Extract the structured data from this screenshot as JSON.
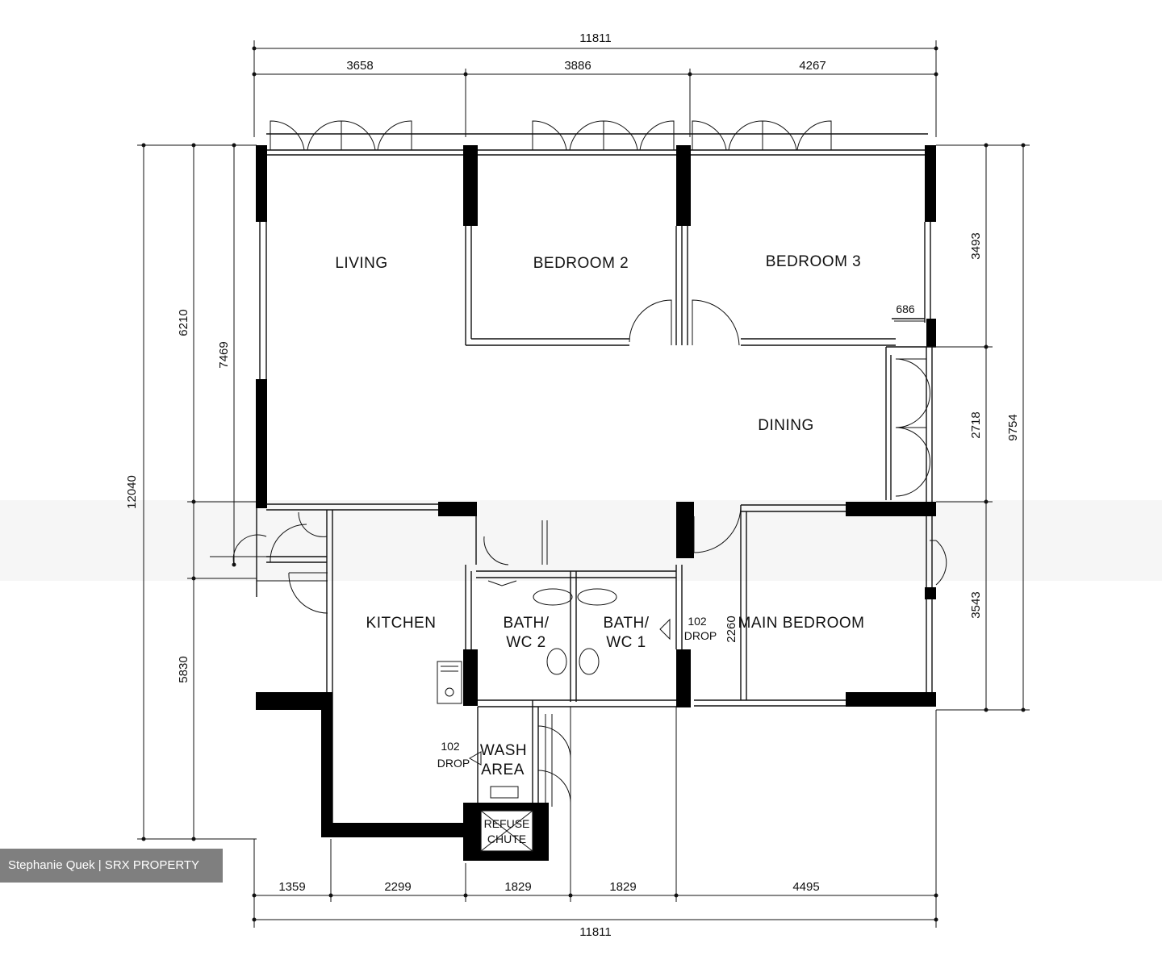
{
  "dimensions": {
    "top_total": "11811",
    "top_segments": [
      "3658",
      "3886",
      "4267"
    ],
    "bottom_total": "11811",
    "bottom_segments": [
      "1359",
      "2299",
      "1829",
      "1829",
      "4495"
    ],
    "left_outer": "12040",
    "left_upper": "6210",
    "left_mid": "7469",
    "left_lower": "5830",
    "right_outer": "9754",
    "right_segments": [
      "3493",
      "2718",
      "3543"
    ],
    "wardrobe_depth": "686",
    "main_bed_depth": "2260"
  },
  "rooms": {
    "living": "LIVING",
    "bedroom2": "BEDROOM  2",
    "bedroom3": "BEDROOM  3",
    "dining": "DINING",
    "kitchen": "KITCHEN",
    "bath2_line1": "BATH/",
    "bath2_line2": "WC  2",
    "bath1_line1": "BATH/",
    "bath1_line2": "WC  1",
    "main_bedroom": "MAIN  BEDROOM",
    "wash_line1": "WASH",
    "wash_line2": "AREA",
    "refuse_line1": "REFUSE",
    "refuse_line2": "CHUTE"
  },
  "drops": {
    "drop_bath_num": "102",
    "drop_bath_label": "DROP",
    "drop_wash_num": "102",
    "drop_wash_label": "DROP"
  },
  "watermark": {
    "credit": "Stephanie Quek | SRX PROPERTY"
  }
}
